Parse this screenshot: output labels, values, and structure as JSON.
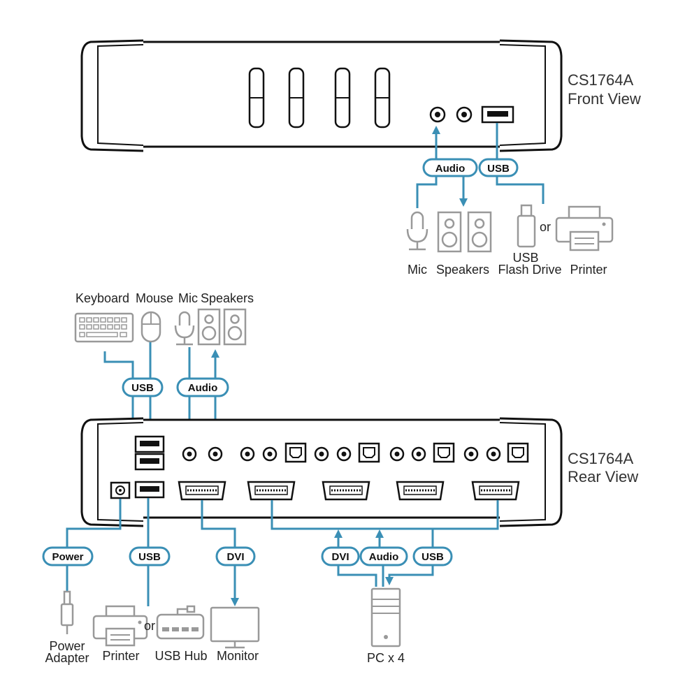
{
  "front": {
    "title_line1": "CS1764A",
    "title_line2": "Front View",
    "pills": {
      "audio": "Audio",
      "usb": "USB"
    },
    "labels": {
      "mic": "Mic",
      "speakers": "Speakers",
      "usb_line1": "USB",
      "usb_line2": "Flash Drive",
      "printer": "Printer",
      "or": "or"
    }
  },
  "rear": {
    "title_line1": "CS1764A",
    "title_line2": "Rear View",
    "top_labels": {
      "keyboard": "Keyboard",
      "mouse": "Mouse",
      "mic": "Mic",
      "speakers": "Speakers"
    },
    "pills": {
      "usb_top": "USB",
      "audio_top": "Audio",
      "power": "Power",
      "usb_bottom": "USB",
      "dvi": "DVI",
      "dvi_pc": "DVI",
      "audio_pc": "Audio",
      "usb_pc": "USB"
    },
    "bottom_labels": {
      "power_line1": "Power",
      "power_line2": "Adapter",
      "printer": "Printer",
      "or": "or",
      "usb_hub": "USB Hub",
      "monitor": "Monitor",
      "pc": "PC x 4"
    }
  },
  "colors": {
    "wire": "#3a8fb5",
    "device": "#999999",
    "outline": "#111111"
  }
}
